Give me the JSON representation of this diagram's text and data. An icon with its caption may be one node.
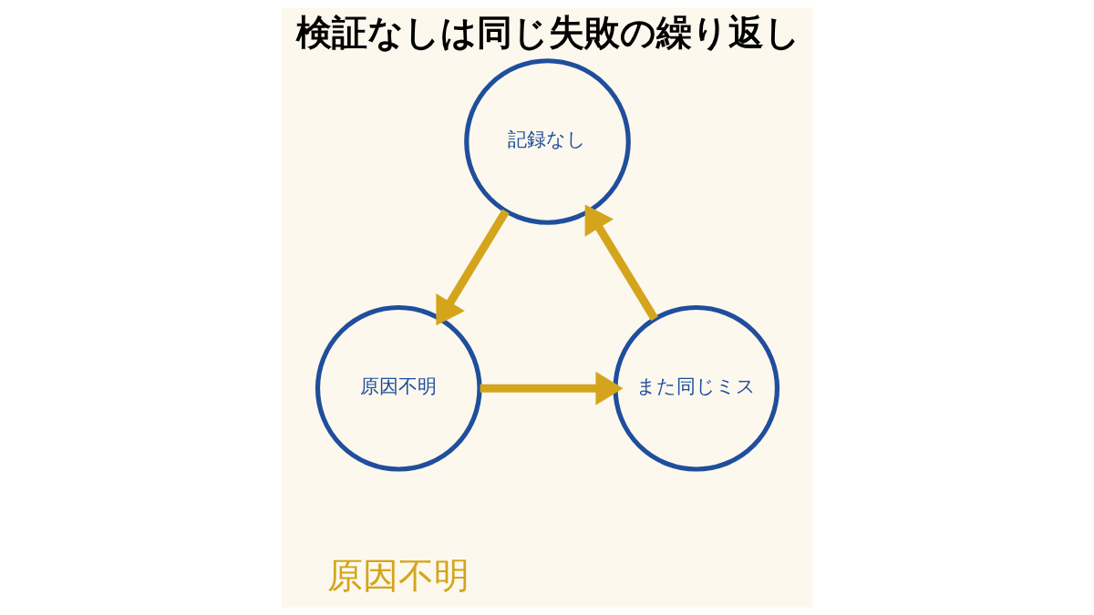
{
  "diagram": {
    "title": "検証なしは同じ失敗の繰り返し",
    "nodes": [
      {
        "text": [
          "記録なし"
        ]
      },
      {
        "text": [
          "原因不明"
        ]
      },
      {
        "text": [
          "また同じミス"
        ]
      }
    ],
    "edges": [
      {
        "from": 0,
        "to": 1,
        "arrow": "to"
      },
      {
        "from": 1,
        "to": 2,
        "arrow": "to"
      },
      {
        "from": 2,
        "to": 0,
        "arrow": "to"
      }
    ],
    "labels": [
      "原因不明"
    ]
  }
}
